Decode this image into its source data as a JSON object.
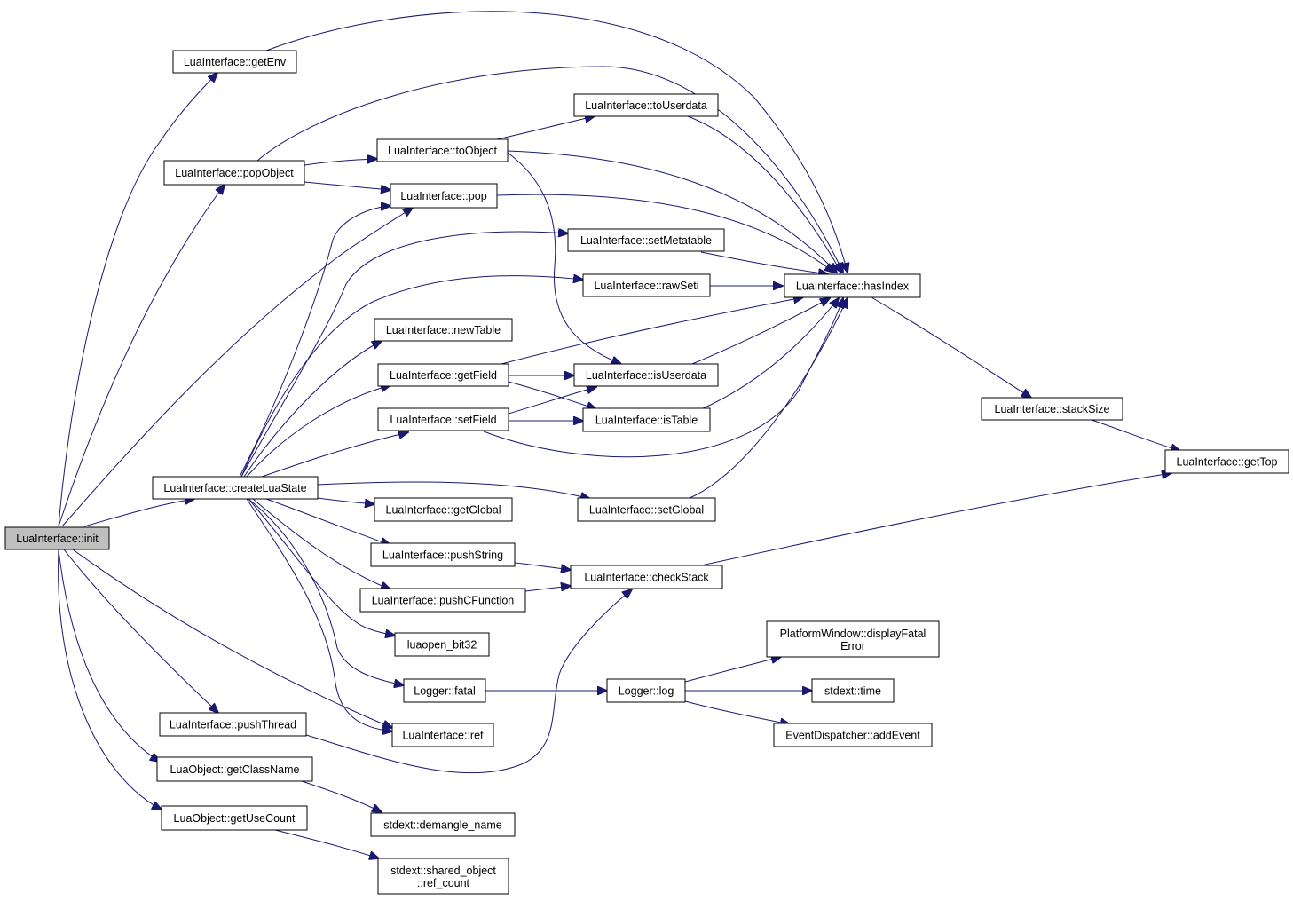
{
  "diagram": {
    "type": "call-graph",
    "colors": {
      "edge": "#191970",
      "root_fill": "#bfbfbf",
      "node_fill": "#ffffff",
      "node_border": "#000000"
    },
    "nodes": [
      {
        "id": "init",
        "label": "LuaInterface::init",
        "root": true
      },
      {
        "id": "getEnv",
        "label": "LuaInterface::getEnv"
      },
      {
        "id": "popObject",
        "label": "LuaInterface::popObject"
      },
      {
        "id": "toUserdata",
        "label": "LuaInterface::toUserdata"
      },
      {
        "id": "toObject",
        "label": "LuaInterface::toObject"
      },
      {
        "id": "pop",
        "label": "LuaInterface::pop"
      },
      {
        "id": "setMetatable",
        "label": "LuaInterface::setMetatable"
      },
      {
        "id": "rawSeti",
        "label": "LuaInterface::rawSeti"
      },
      {
        "id": "hasIndex",
        "label": "LuaInterface::hasIndex"
      },
      {
        "id": "newTable",
        "label": "LuaInterface::newTable"
      },
      {
        "id": "getField",
        "label": "LuaInterface::getField"
      },
      {
        "id": "isUserdata",
        "label": "LuaInterface::isUserdata"
      },
      {
        "id": "setField",
        "label": "LuaInterface::setField"
      },
      {
        "id": "isTable",
        "label": "LuaInterface::isTable"
      },
      {
        "id": "stackSize",
        "label": "LuaInterface::stackSize"
      },
      {
        "id": "getTop",
        "label": "LuaInterface::getTop"
      },
      {
        "id": "createLuaState",
        "label": "LuaInterface::createLuaState"
      },
      {
        "id": "getGlobal",
        "label": "LuaInterface::getGlobal"
      },
      {
        "id": "setGlobal",
        "label": "LuaInterface::setGlobal"
      },
      {
        "id": "pushString",
        "label": "LuaInterface::pushString"
      },
      {
        "id": "checkStack",
        "label": "LuaInterface::checkStack"
      },
      {
        "id": "pushCFunction",
        "label": "LuaInterface::pushCFunction"
      },
      {
        "id": "luaopen_bit32",
        "label": "luaopen_bit32"
      },
      {
        "id": "displayFatalError",
        "label": "PlatformWindow::displayFatal",
        "label2": "Error"
      },
      {
        "id": "fatal",
        "label": "Logger::fatal"
      },
      {
        "id": "log",
        "label": "Logger::log"
      },
      {
        "id": "time",
        "label": "stdext::time"
      },
      {
        "id": "pushThread",
        "label": "LuaInterface::pushThread"
      },
      {
        "id": "ref",
        "label": "LuaInterface::ref"
      },
      {
        "id": "addEvent",
        "label": "EventDispatcher::addEvent"
      },
      {
        "id": "getClassName",
        "label": "LuaObject::getClassName"
      },
      {
        "id": "demangle_name",
        "label": "stdext::demangle_name"
      },
      {
        "id": "getUseCount",
        "label": "LuaObject::getUseCount"
      },
      {
        "id": "ref_count",
        "label": "stdext::shared_object",
        "label2": "::ref_count"
      }
    ],
    "edges": [
      [
        "init",
        "getEnv"
      ],
      [
        "init",
        "popObject"
      ],
      [
        "init",
        "pop"
      ],
      [
        "init",
        "createLuaState"
      ],
      [
        "init",
        "pushThread"
      ],
      [
        "init",
        "ref"
      ],
      [
        "init",
        "getClassName"
      ],
      [
        "init",
        "getUseCount"
      ],
      [
        "getEnv",
        "hasIndex"
      ],
      [
        "popObject",
        "hasIndex"
      ],
      [
        "popObject",
        "toObject"
      ],
      [
        "popObject",
        "pop"
      ],
      [
        "toObject",
        "toUserdata"
      ],
      [
        "toObject",
        "hasIndex"
      ],
      [
        "toObject",
        "isUserdata"
      ],
      [
        "toUserdata",
        "hasIndex"
      ],
      [
        "pop",
        "hasIndex"
      ],
      [
        "createLuaState",
        "pop"
      ],
      [
        "createLuaState",
        "setMetatable"
      ],
      [
        "createLuaState",
        "rawSeti"
      ],
      [
        "createLuaState",
        "newTable"
      ],
      [
        "createLuaState",
        "getField"
      ],
      [
        "createLuaState",
        "setField"
      ],
      [
        "createLuaState",
        "getGlobal"
      ],
      [
        "createLuaState",
        "setGlobal"
      ],
      [
        "createLuaState",
        "pushString"
      ],
      [
        "createLuaState",
        "pushCFunction"
      ],
      [
        "createLuaState",
        "luaopen_bit32"
      ],
      [
        "createLuaState",
        "fatal"
      ],
      [
        "createLuaState",
        "ref"
      ],
      [
        "setMetatable",
        "hasIndex"
      ],
      [
        "rawSeti",
        "hasIndex"
      ],
      [
        "getField",
        "hasIndex"
      ],
      [
        "getField",
        "isUserdata"
      ],
      [
        "getField",
        "isTable"
      ],
      [
        "setField",
        "isUserdata"
      ],
      [
        "setField",
        "isTable"
      ],
      [
        "setField",
        "hasIndex"
      ],
      [
        "isUserdata",
        "hasIndex"
      ],
      [
        "isTable",
        "hasIndex"
      ],
      [
        "setGlobal",
        "hasIndex"
      ],
      [
        "hasIndex",
        "stackSize"
      ],
      [
        "stackSize",
        "getTop"
      ],
      [
        "pushString",
        "checkStack"
      ],
      [
        "pushCFunction",
        "checkStack"
      ],
      [
        "checkStack",
        "getTop"
      ],
      [
        "fatal",
        "log"
      ],
      [
        "log",
        "displayFatalError"
      ],
      [
        "log",
        "time"
      ],
      [
        "log",
        "addEvent"
      ],
      [
        "pushThread",
        "checkStack"
      ],
      [
        "getClassName",
        "demangle_name"
      ],
      [
        "getUseCount",
        "ref_count"
      ]
    ]
  }
}
